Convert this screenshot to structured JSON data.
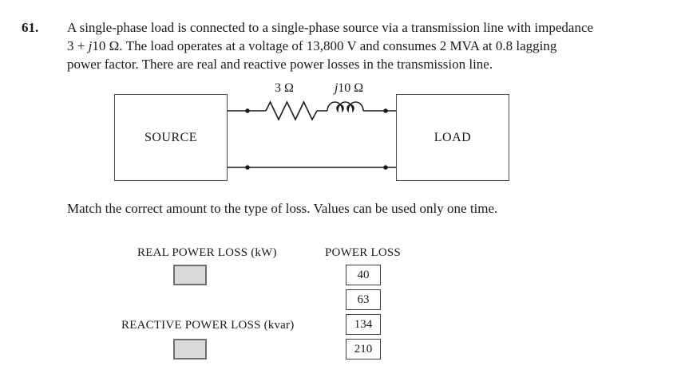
{
  "question": {
    "number": "61.",
    "lines": {
      "l1": "A single-phase load is connected to a single-phase source via a transmission line with impedance",
      "l2_pre": "3 + ",
      "l2_italic": "j",
      "l2_post": "10 Ω. The load operates at a voltage of 13,800 V and consumes 2 MVA at 0.8 lagging",
      "l3": "power factor. There are real and reactive power losses in the transmission line."
    }
  },
  "circuit": {
    "source_label": "SOURCE",
    "load_label": "LOAD",
    "resistor_label": "3 Ω",
    "inductor_label_italic": "j",
    "inductor_label_rest": "10 Ω"
  },
  "instruction": "Match the correct amount to the type of loss. Values can be used only one time.",
  "matching": {
    "real_label": "REAL POWER LOSS (kW)",
    "reactive_label": "REACTIVE POWER LOSS (kvar)",
    "bank_header": "POWER LOSS",
    "values": [
      "40",
      "63",
      "134",
      "210"
    ]
  },
  "colors": {
    "text": "#1a1a1a",
    "drop_box_fill": "#d9d9d9",
    "drop_box_border": "#707070",
    "value_box_border": "#3f3f3f"
  }
}
